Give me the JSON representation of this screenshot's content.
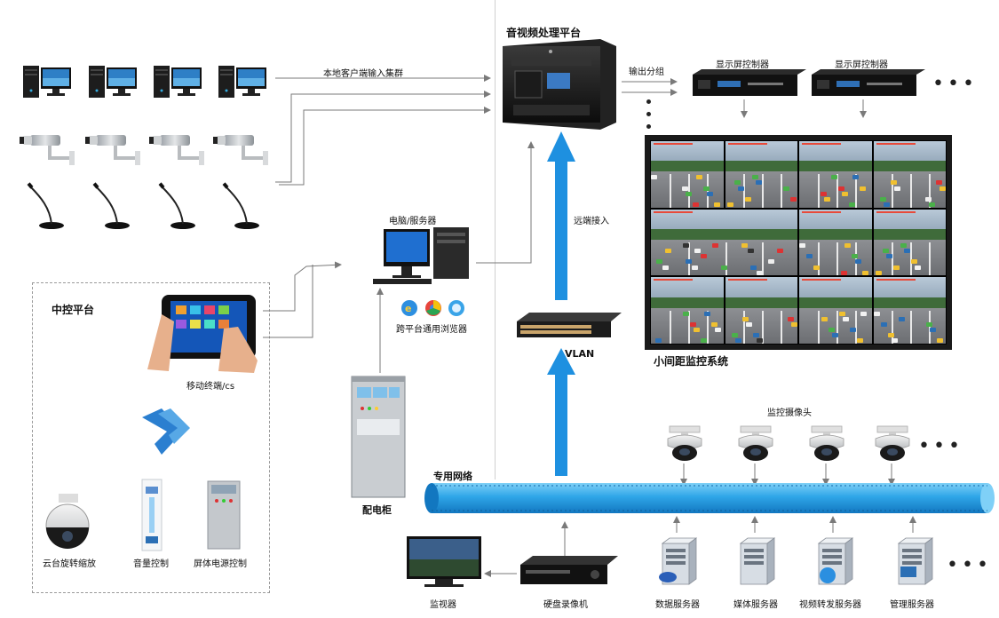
{
  "labels": {
    "av_platform": "音视频处理平台",
    "local_client_cluster": "本地客户端输入集群",
    "output_group": "输出分组",
    "display_controller_1": "显示屏控制器",
    "display_controller_2": "显示屏控制器",
    "remote_access": "远端接入",
    "vlan": "VLAN",
    "small_pitch_monitor": "小间距监控系统",
    "computer_server": "电脑/服务器",
    "cross_platform_browser": "跨平台通用浏览器",
    "central_control_platform": "中控平台",
    "mobile_terminal": "移动终端/cs",
    "ptz_camera": "云台旋转缩放",
    "volume_control": "音量控制",
    "screen_power_control": "屏体电源控制",
    "distribution_cabinet": "配电柜",
    "private_network": "专用网络",
    "monitor_cameras": "监控摄像头",
    "monitor": "监视器",
    "hdd_recorder": "硬盘录像机",
    "data_server": "数据服务器",
    "media_server": "媒体服务器",
    "video_forward_server": "视频转发服务器",
    "management_server": "管理服务器"
  },
  "colors": {
    "arrow_blue": "#1e90e0",
    "network_pipe": "#2fa6e8",
    "line_gray": "#7a7a7a"
  },
  "icons": {
    "desktop": "desktop-computer-icon",
    "camera": "bullet-camera-icon",
    "mic": "gooseneck-microphone-icon",
    "dome": "dome-camera-icon",
    "server": "server-tower-icon"
  }
}
